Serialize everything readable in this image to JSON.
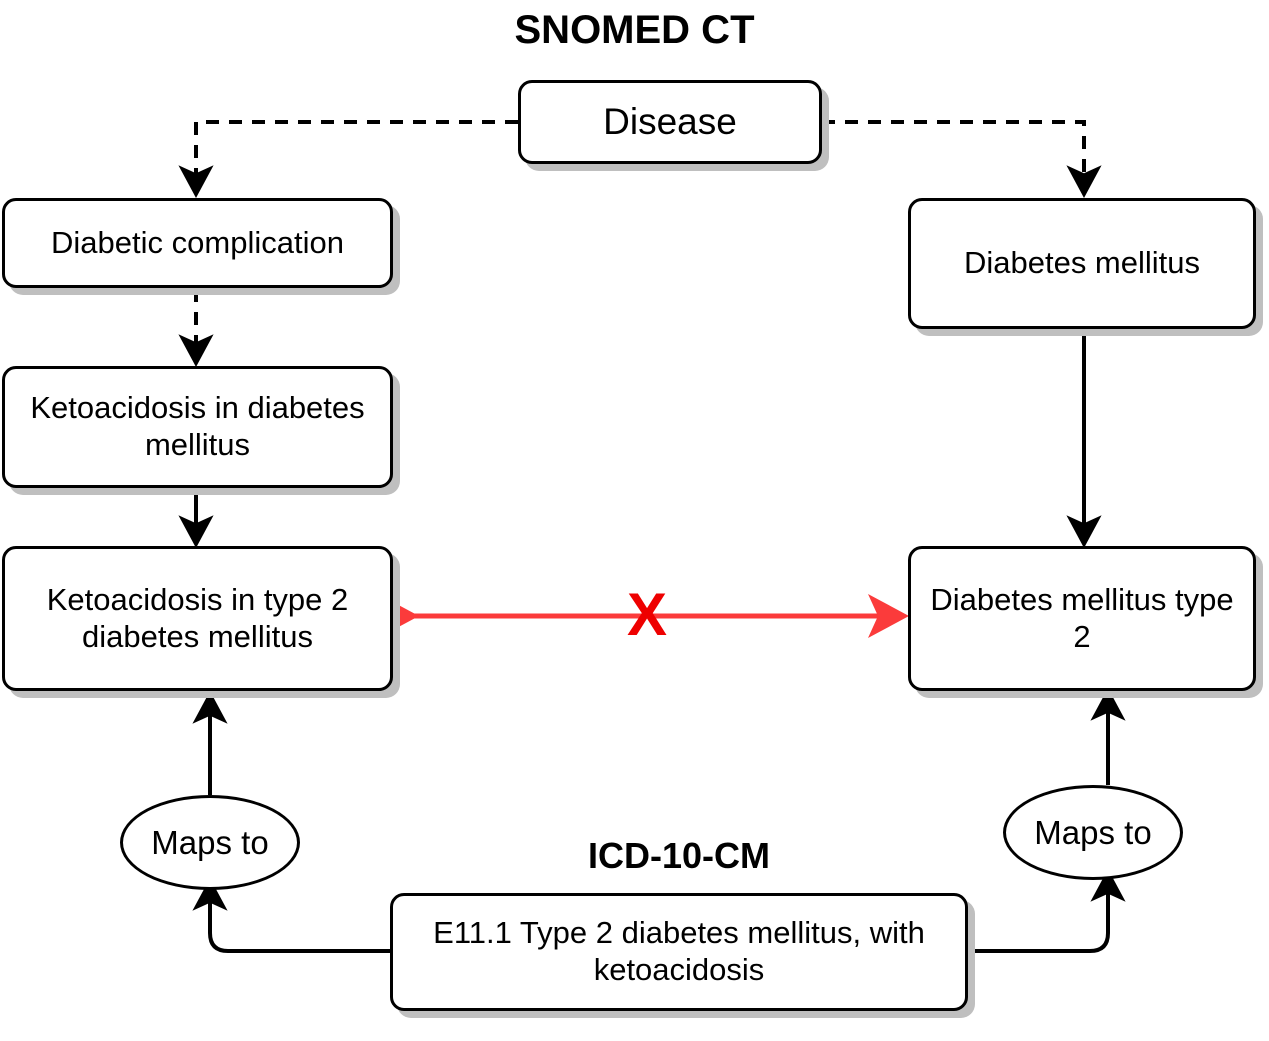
{
  "diagram": {
    "headings": {
      "snomed": "SNOMED CT",
      "icd": "ICD-10-CM"
    },
    "colors": {
      "node_border": "#000000",
      "node_fill": "#ffffff",
      "shadow": "#bfbfbf",
      "edge": "#000000",
      "mismatch": "#ee0000"
    },
    "nodes": {
      "disease": "Disease",
      "diabetic_complication": "Diabetic complication",
      "ketoacidosis_in_dm": "Ketoacidosis in diabetes mellitus",
      "ketoacidosis_in_t2dm": "Ketoacidosis in type 2 diabetes mellitus",
      "diabetes_mellitus": "Diabetes mellitus",
      "diabetes_mellitus_type2": "Diabetes mellitus type 2",
      "icd_code": "E11.1 Type 2 diabetes mellitus, with ketoacidosis"
    },
    "relations": {
      "maps_to_left": "Maps to",
      "maps_to_right": "Maps to",
      "mismatch_marker": "X"
    },
    "edges": [
      {
        "from": "disease",
        "to": "diabetic_complication",
        "style": "dashed",
        "label": ""
      },
      {
        "from": "disease",
        "to": "diabetes_mellitus",
        "style": "dashed",
        "label": ""
      },
      {
        "from": "diabetic_complication",
        "to": "ketoacidosis_in_dm",
        "style": "dashed",
        "label": ""
      },
      {
        "from": "ketoacidosis_in_dm",
        "to": "ketoacidosis_in_t2dm",
        "style": "solid",
        "label": ""
      },
      {
        "from": "diabetes_mellitus",
        "to": "diabetes_mellitus_type2",
        "style": "solid",
        "label": ""
      },
      {
        "from": "icd_code",
        "to": "ketoacidosis_in_t2dm",
        "style": "solid",
        "label": "Maps to"
      },
      {
        "from": "icd_code",
        "to": "diabetes_mellitus_type2",
        "style": "solid",
        "label": "Maps to"
      },
      {
        "from": "ketoacidosis_in_t2dm",
        "to": "diabetes_mellitus_type2",
        "style": "double-arrow",
        "label": "X"
      }
    ]
  }
}
